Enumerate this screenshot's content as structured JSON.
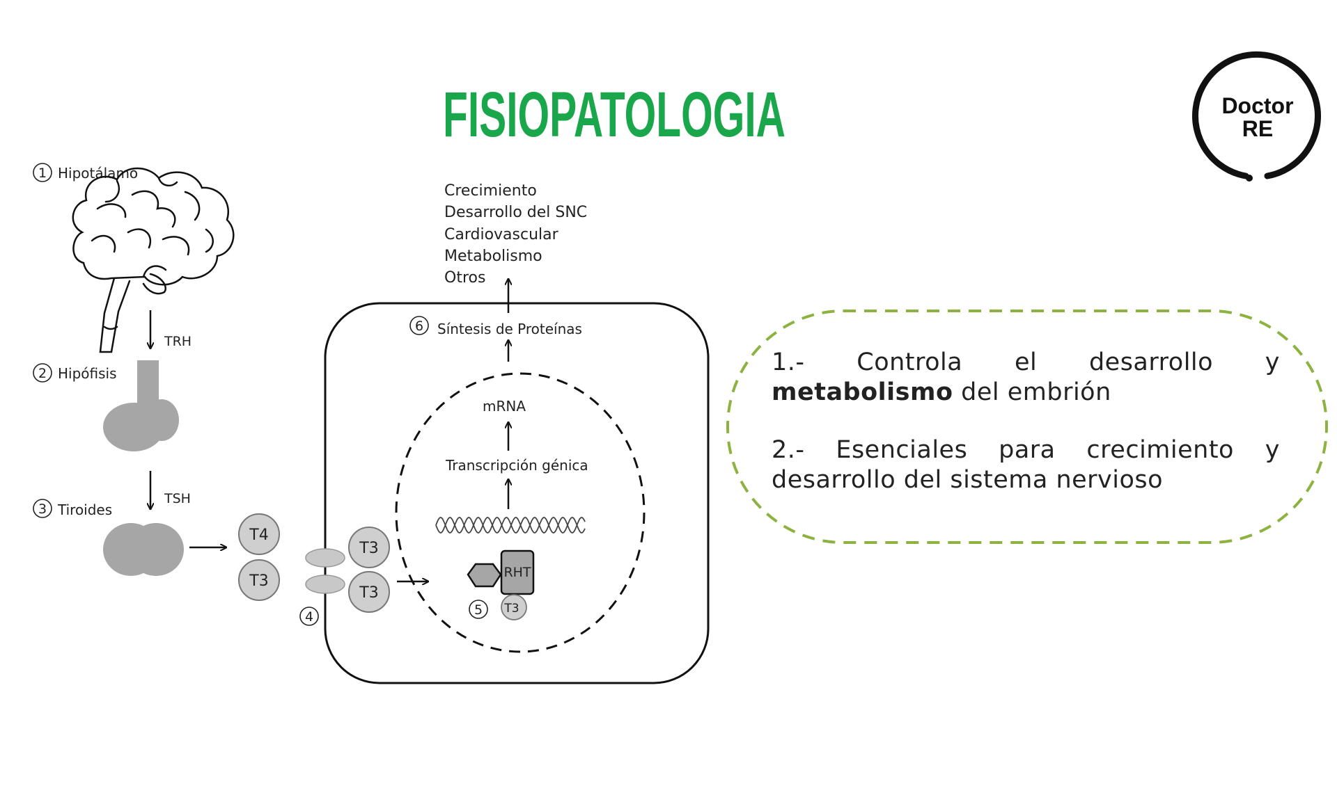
{
  "title": "FISIOPATOLOGIA",
  "logo": {
    "line1": "Doctor",
    "line2": "RE"
  },
  "colors": {
    "title": "#1aa64a",
    "dashed_border": "#8cb33f",
    "shape_gray": "#a6a6a6",
    "molecule_fill": "#cfcfcf"
  },
  "steps": {
    "s1": {
      "num": "1",
      "label": "Hipotálamo"
    },
    "s2": {
      "num": "2",
      "label": "Hipófisis"
    },
    "s3": {
      "num": "3",
      "label": "Tiroides"
    },
    "s4": {
      "num": "4"
    },
    "s5": {
      "num": "5"
    },
    "s6": {
      "num": "6",
      "label": "Síntesis de Proteínas"
    }
  },
  "hormones": {
    "trh": "TRH",
    "tsh": "TSH",
    "t4": "T4",
    "t3": "T3",
    "rht": "RHT"
  },
  "nucleus": {
    "mrna": "mRNA",
    "transcripcion": "Transcripción génica"
  },
  "effects": [
    "Crecimiento",
    "Desarrollo del SNC",
    "Cardiovascular",
    "Metabolismo",
    "Otros"
  ],
  "notes": {
    "n1_pre": "1.- Controla el desarrollo y ",
    "n1_bold": "metabolismo",
    "n1_post": " del embrión",
    "n2": "2.- Esenciales para crecimiento y desarrollo del sistema nervioso"
  }
}
